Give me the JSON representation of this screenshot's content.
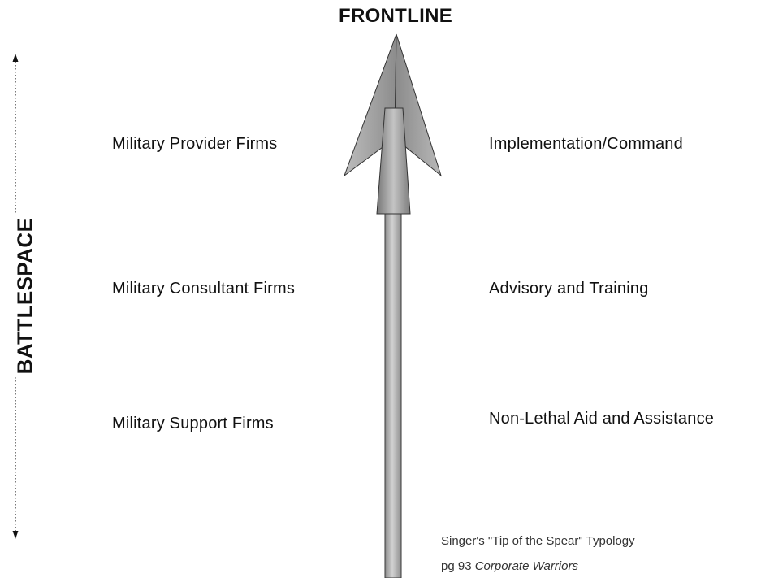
{
  "title": "FRONTLINE",
  "axis_label": "BATTLESPACE",
  "left_labels": [
    "Military Provider Firms",
    "Military Consultant Firms",
    "Military Support Firms"
  ],
  "right_labels": [
    "Implementation/Command",
    "Advisory and Training",
    "Non-Lethal Aid and Assistance"
  ],
  "caption": {
    "line1": "Singer's \"Tip of the Spear\" Typology",
    "line2_prefix": "pg 93 ",
    "line2_italic": "Corporate Warriors"
  }
}
